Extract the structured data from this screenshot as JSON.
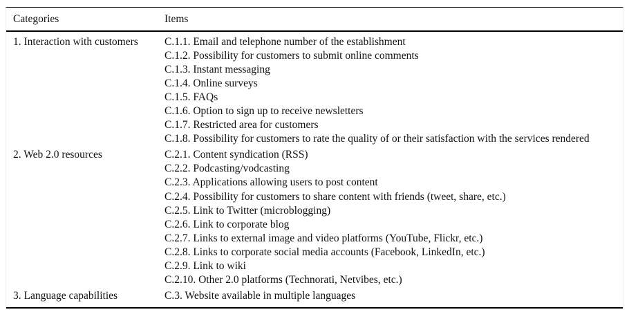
{
  "page": {
    "background": "#ffffff",
    "text_color": "#111111",
    "rule_color": "#000000"
  },
  "table": {
    "headers": [
      {
        "label": "Categories"
      },
      {
        "label": "Items"
      }
    ],
    "groups": [
      {
        "category": "1. Interaction with customers",
        "items": [
          "C.1.1. Email and telephone number of the establishment",
          "C.1.2. Possibility for customers to submit online comments",
          "C.1.3. Instant messaging",
          "C.1.4. Online surveys",
          "C.1.5. FAQs",
          "C.1.6. Option to sign up to receive newsletters",
          "C.1.7. Restricted area for customers",
          "C.1.8. Possibility for customers to rate the quality of or their satisfaction with the services rendered"
        ]
      },
      {
        "category": "2. Web 2.0 resources",
        "items": [
          "C.2.1. Content syndication (RSS)",
          "C.2.2. Podcasting/vodcasting",
          "C.2.3. Applications allowing users to post content",
          "C.2.4. Possibility for customers to share content with friends (tweet, share, etc.)",
          "C.2.5. Link to Twitter (microblogging)",
          "C.2.6. Link to corporate blog",
          "C.2.7. Links to external image and video platforms (YouTube, Flickr, etc.)",
          "C.2.8. Links to corporate social media accounts (Facebook, LinkedIn, etc.)",
          "C.2.9. Link to wiki",
          "C.2.10. Other 2.0 platforms (Technorati, Netvibes, etc.)"
        ]
      },
      {
        "category": "3. Language capabilities",
        "items": [
          "C.3. Website available in multiple languages"
        ]
      }
    ]
  }
}
